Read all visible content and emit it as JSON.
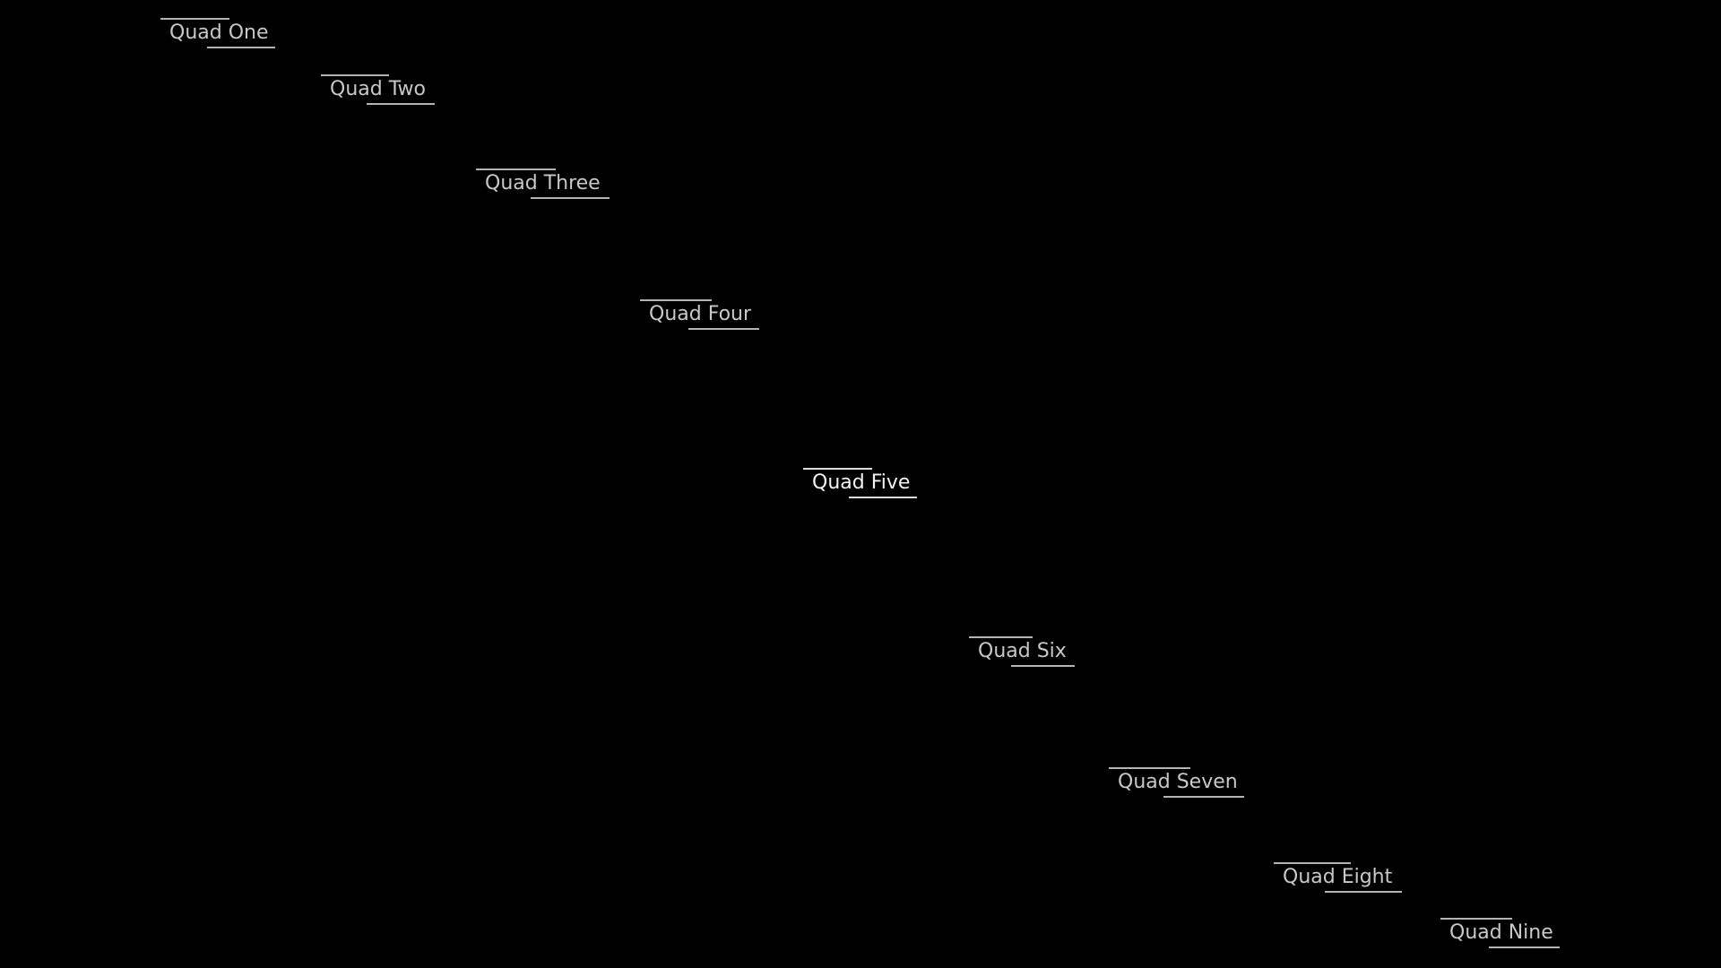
{
  "background_color": "#000000",
  "text_color": "#c8c8c8",
  "active_text_color": "#f2f2f2",
  "line_color": "#b4b4b4",
  "items": [
    {
      "label": "Quad One"
    },
    {
      "label": "Quad Two"
    },
    {
      "label": "Quad Three"
    },
    {
      "label": "Quad Four"
    },
    {
      "label": "Quad Five",
      "active": true
    },
    {
      "label": "Quad Six"
    },
    {
      "label": "Quad Seven"
    },
    {
      "label": "Quad Eight"
    },
    {
      "label": "Quad Nine"
    }
  ]
}
